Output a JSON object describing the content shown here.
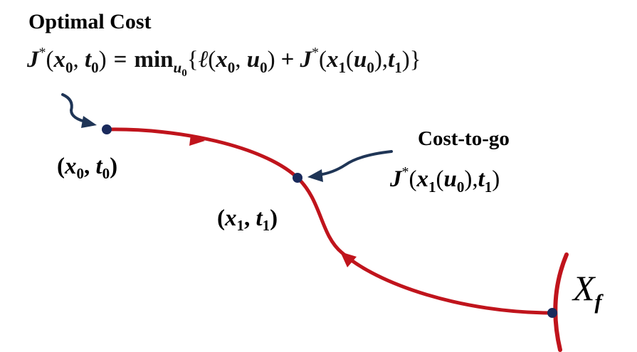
{
  "title": "Optimal Cost",
  "equation": {
    "lhs_fn": "J",
    "star": "*",
    "x0": "x",
    "sub0": "0",
    "t0": "t",
    "eq": "=",
    "min": "min",
    "u": "u",
    "ell": "ℓ",
    "plus": "+",
    "x1": "x",
    "sub1": "1",
    "t1": "t"
  },
  "labels": {
    "start_point": {
      "x": "x",
      "xsub": "0",
      "t": "t",
      "tsub": "0"
    },
    "mid_point": {
      "x": "x",
      "xsub": "1",
      "t": "t",
      "tsub": "1"
    },
    "cost_to_go_title": "Cost-to-go",
    "final_set": {
      "main": "X",
      "sub": "f"
    }
  },
  "colors": {
    "trajectory": "#c0141c",
    "point": "#1a2a5c",
    "arrow_annotation": "#1f3556",
    "text": "#111111"
  }
}
